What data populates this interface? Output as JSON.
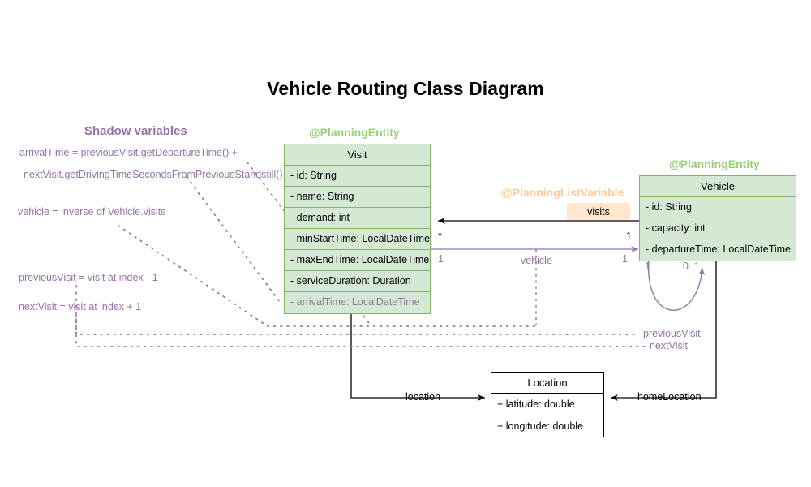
{
  "title": "Vehicle Routing Class Diagram",
  "colors": {
    "entity_fill": "#d5e8d4",
    "entity_stroke": "#82b366",
    "shadow_purple": "#9673a6",
    "stereotype_green": "#97d077",
    "list_variable_orange": "#ffcc99",
    "badge_fill": "#ffe6cc",
    "plain_stroke": "#000000"
  },
  "stereotypes": {
    "visit": "@PlanningEntity",
    "vehicle": "@PlanningEntity",
    "list_variable": "@PlanningListVariable"
  },
  "classes": {
    "visit": {
      "name": "Visit",
      "attributes": [
        "- id: String",
        "- name: String",
        "- demand: int",
        "- minStartTime: LocalDateTime",
        "- maxEndTime: LocalDateTime",
        "- serviceDuration: Duration",
        "- arrivalTime: LocalDateTime"
      ],
      "shadow_attribute_index": 6
    },
    "vehicle": {
      "name": "Vehicle",
      "attributes": [
        "- id: String",
        "- capacity: int",
        "- departureTime: LocalDateTime"
      ]
    },
    "location": {
      "name": "Location",
      "attributes": [
        "+ latitude: double",
        "+ longitude: double"
      ]
    }
  },
  "relations": {
    "visits": {
      "label": "visits",
      "source_multiplicity": "1",
      "target_multiplicity": "*"
    },
    "vehicle": {
      "label": "vehicle",
      "source_multiplicity": "1",
      "target_multiplicity": "1"
    },
    "self_loop": {
      "source_multiplicity": "1",
      "target_multiplicity": "0..1"
    },
    "location": {
      "label": "location"
    },
    "home_location": {
      "label": "homeLocation"
    },
    "previous_visit": {
      "label": "previousVisit"
    },
    "next_visit": {
      "label": "nextVisit"
    }
  },
  "shadow_variables": {
    "heading": "Shadow variables",
    "notes": [
      "arrivalTime = previousVisit.getDepartureTime() +",
      "nextVisit.getDrivingTimeSecondsFromPreviousStandstill()",
      "vehicle = inverse of Vehicle.visits",
      "previousVisit = visit at index - 1",
      "nextVisit = visit at index + 1"
    ]
  }
}
